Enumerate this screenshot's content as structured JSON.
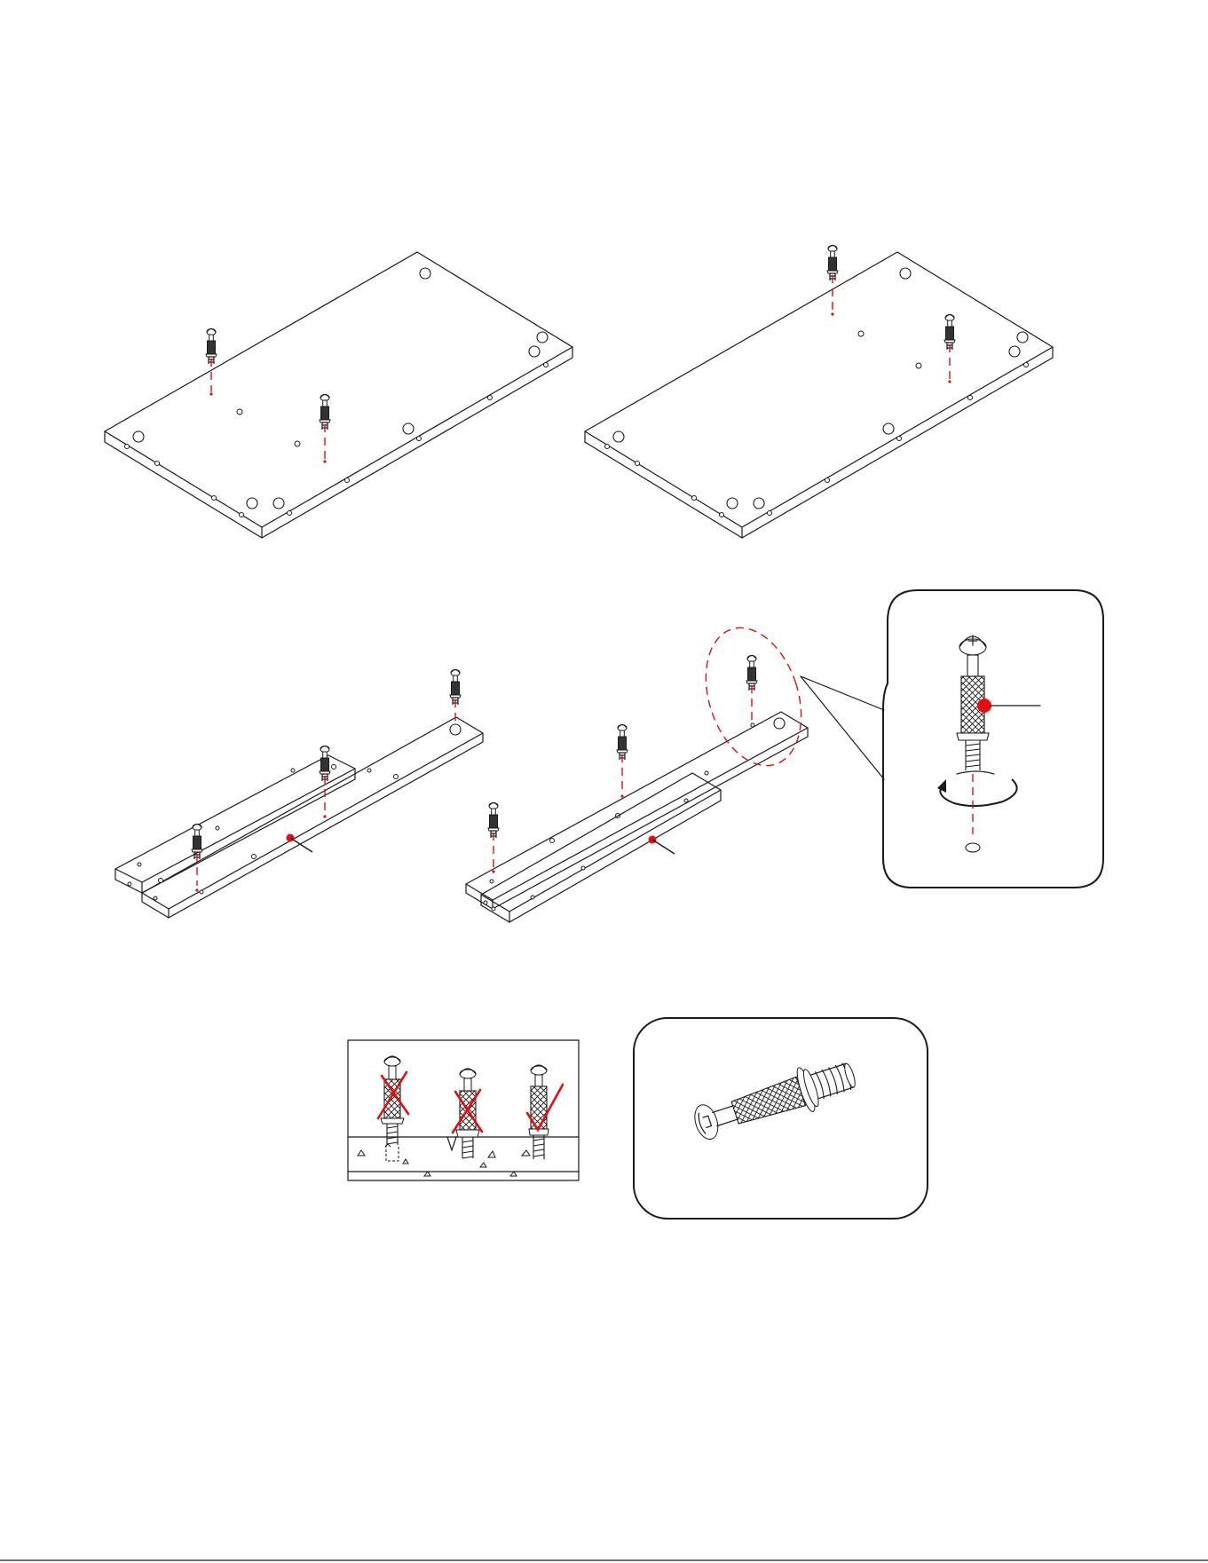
{
  "colors": {
    "line": "#1a1a1a",
    "accent": "#e01010",
    "background": "#ffffff"
  },
  "icons": {
    "wrong": "cross-mark-icon",
    "correct": "check-mark-icon",
    "rotate": "rotate-arrow-icon"
  },
  "figures": [
    "top-panel-left",
    "top-panel-right",
    "long-boards-left",
    "long-boards-right",
    "cam-bolt-detail",
    "insertion-depth-examples",
    "cam-bolt-part"
  ]
}
